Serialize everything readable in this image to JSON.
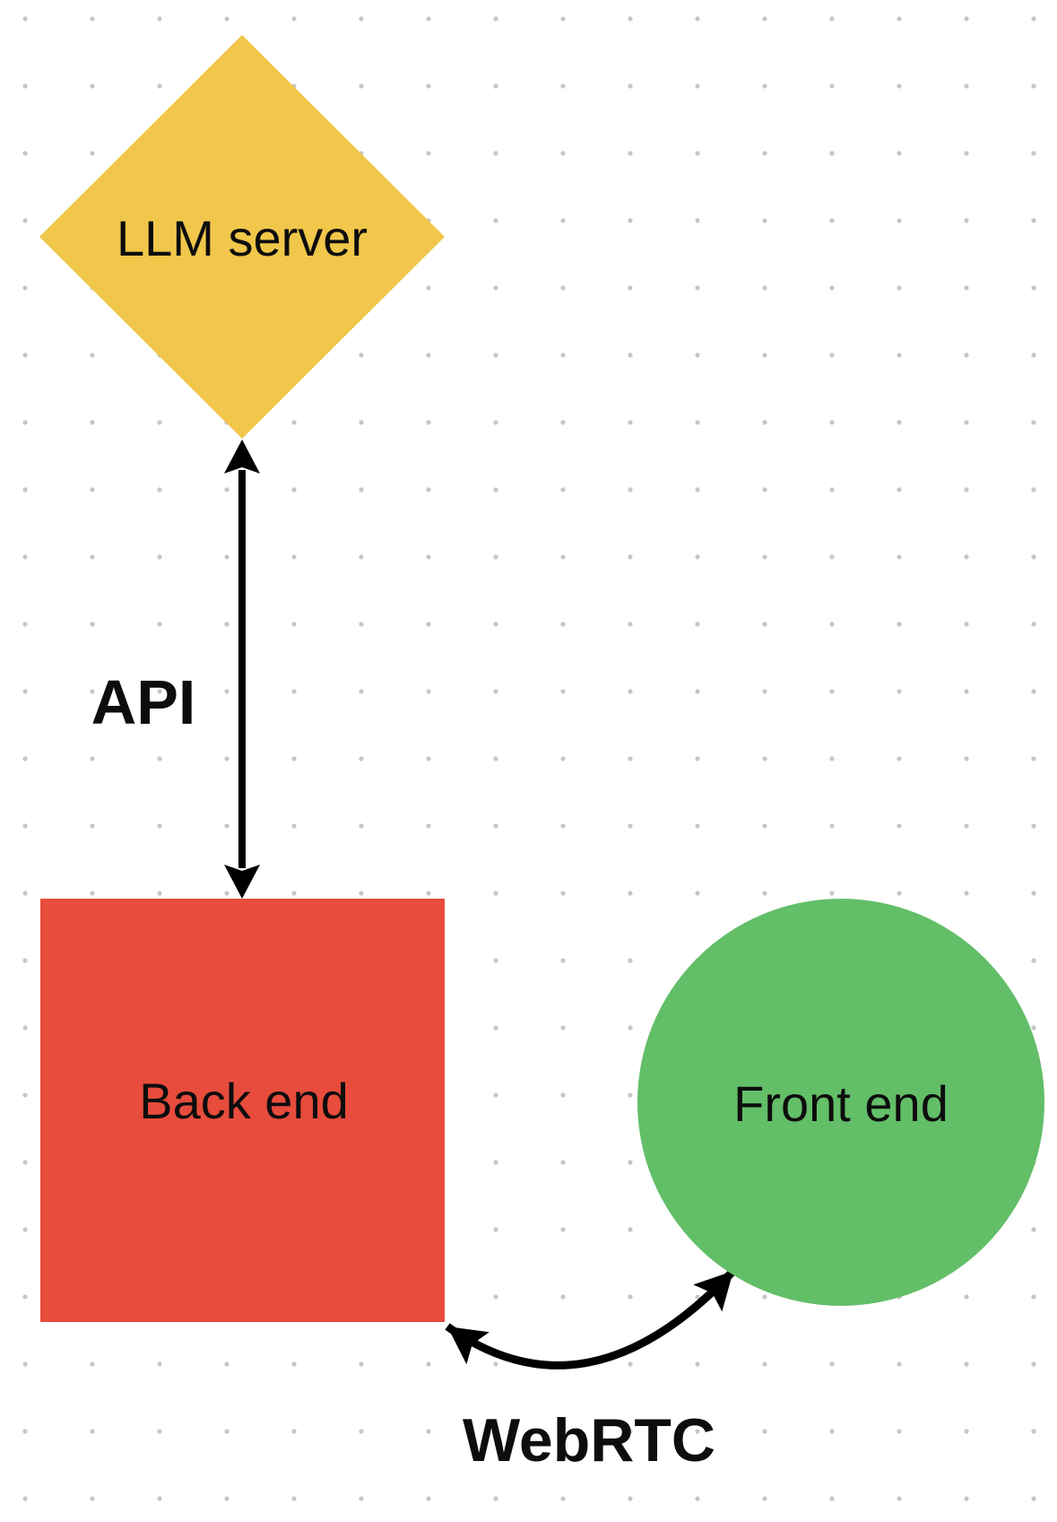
{
  "diagram": {
    "nodes": [
      {
        "id": "llm_server",
        "label": "LLM server",
        "shape": "diamond",
        "color": "#F0C74A"
      },
      {
        "id": "back_end",
        "label": "Back end",
        "shape": "square",
        "color": "#E74C3C"
      },
      {
        "id": "front_end",
        "label": "Front end",
        "shape": "circle",
        "color": "#63BE68"
      }
    ],
    "edges": [
      {
        "id": "api",
        "label": "API",
        "from": "llm_server",
        "to": "back_end",
        "arrow": "double-headed",
        "style": "straight-vertical"
      },
      {
        "id": "webrtc",
        "label": "WebRTC",
        "from": "back_end",
        "to": "front_end",
        "arrow": "double-headed",
        "style": "curved"
      }
    ]
  },
  "colors": {
    "background": "#FFFFFF",
    "grid_dot": "#C6C6C6",
    "arrow": "#000000",
    "text": "#0D0D0D"
  }
}
